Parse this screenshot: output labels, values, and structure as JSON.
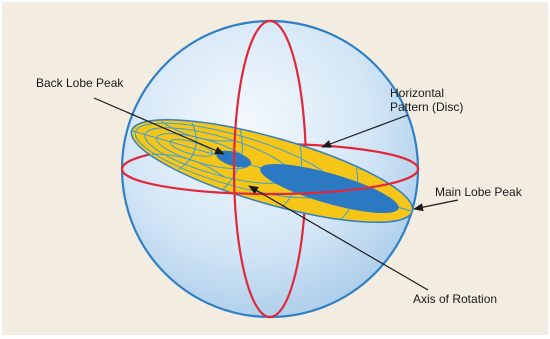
{
  "diagram": {
    "labels": {
      "back_lobe_peak": "Back Lobe Peak",
      "horizontal_pattern_line1": "Horizontal",
      "horizontal_pattern_line2": "Pattern (Disc)",
      "main_lobe_peak": "Main Lobe Peak",
      "axis_of_rotation": "Axis of Rotation"
    },
    "colors": {
      "background": "#f3ece0",
      "sphere_outline": "#2f7fc6",
      "sphere_fill_light": "#f4f9fd",
      "sphere_fill_dark": "#a9cbe9",
      "rotation_rings": "#e0283a",
      "disc_fill": "#f5c518",
      "disc_grid": "#3aa0dc",
      "lobe_fill": "#2c79c3",
      "arrow": "#1a1a1a"
    }
  }
}
